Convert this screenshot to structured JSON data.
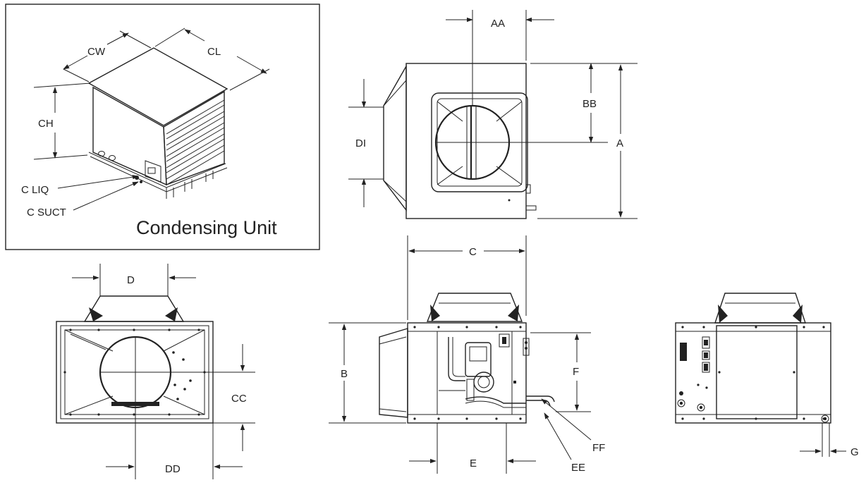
{
  "inset": {
    "caption": "Condensing Unit",
    "labels": {
      "cw": "CW",
      "cl": "CL",
      "ch": "CH",
      "c_liq": "C LIQ",
      "c_suct": "C SUCT"
    }
  },
  "dimensions": {
    "aa": "AA",
    "bb": "BB",
    "a": "A",
    "di": "DI",
    "c": "C",
    "d": "D",
    "cc": "CC",
    "dd": "DD",
    "b": "B",
    "e": "E",
    "f": "F",
    "ff": "FF",
    "ee": "EE",
    "g": "G"
  }
}
